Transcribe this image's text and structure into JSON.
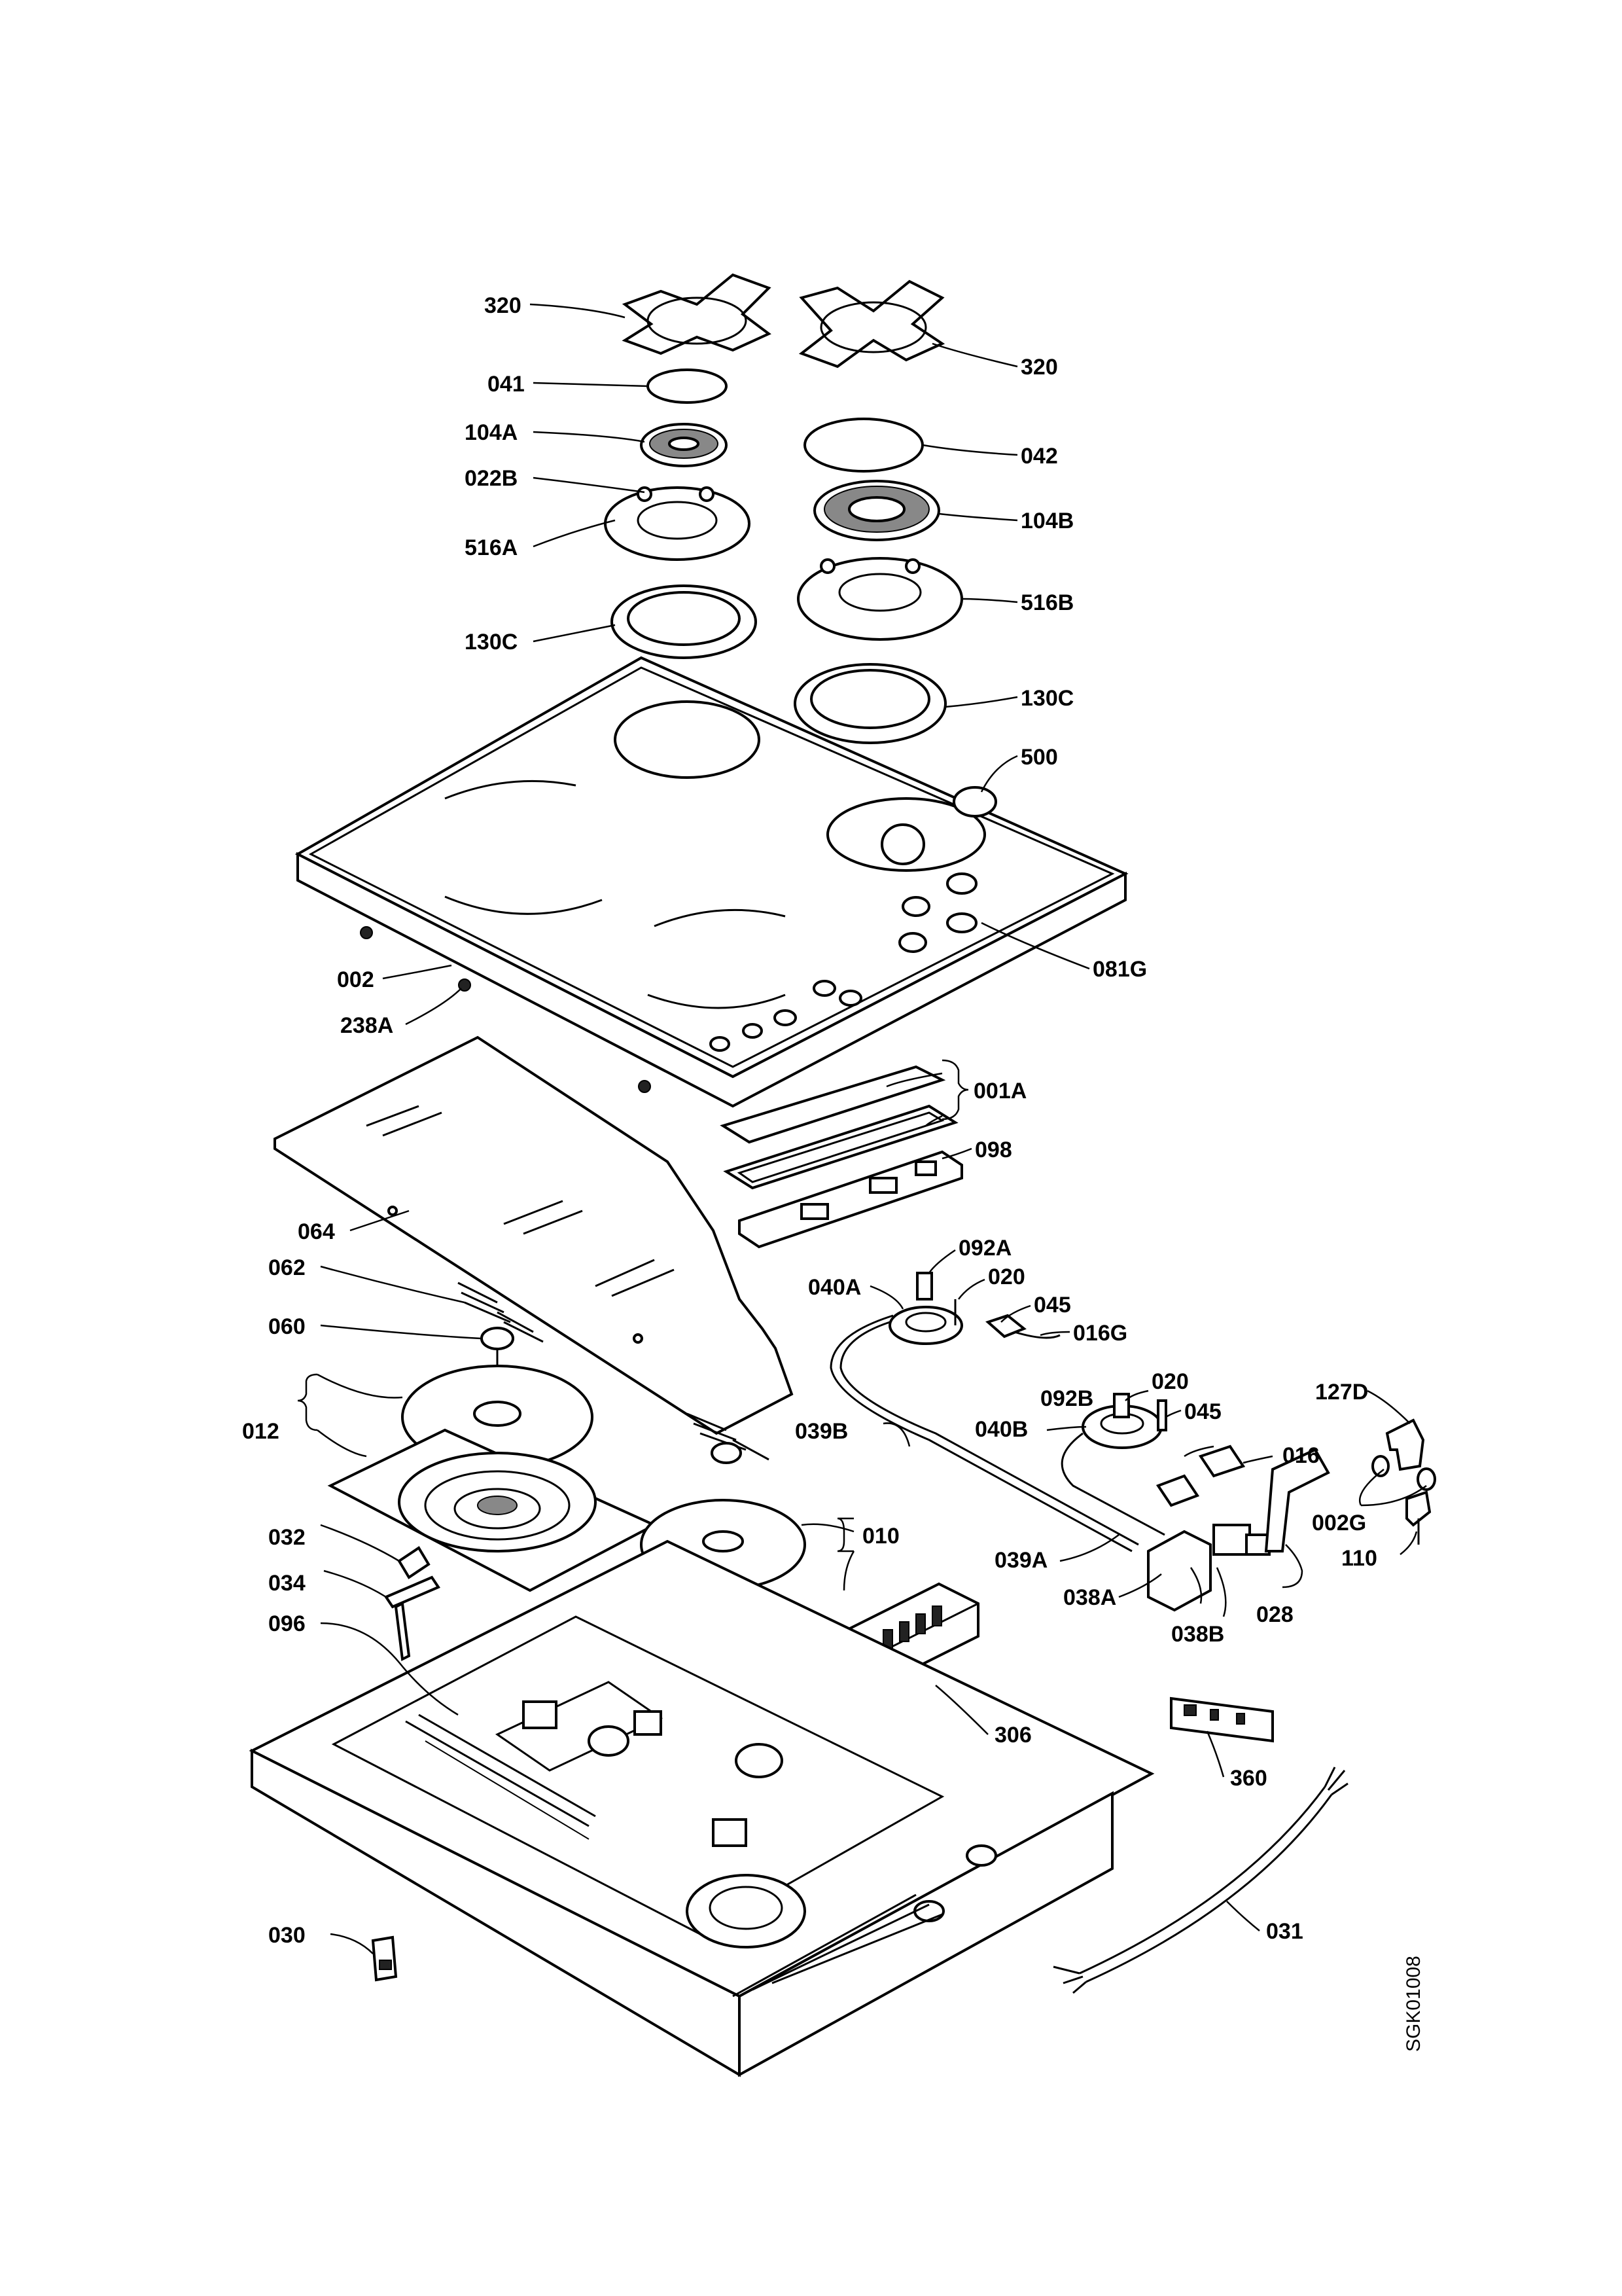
{
  "drawing_code": "SGK01008",
  "labels": [
    {
      "id": "320a",
      "text": "320"
    },
    {
      "id": "320b",
      "text": "320"
    },
    {
      "id": "041",
      "text": "041"
    },
    {
      "id": "042",
      "text": "042"
    },
    {
      "id": "104A",
      "text": "104A"
    },
    {
      "id": "104B",
      "text": "104B"
    },
    {
      "id": "022B",
      "text": "022B"
    },
    {
      "id": "516A",
      "text": "516A"
    },
    {
      "id": "516B",
      "text": "516B"
    },
    {
      "id": "130Ca",
      "text": "130C"
    },
    {
      "id": "130Cb",
      "text": "130C"
    },
    {
      "id": "500",
      "text": "500"
    },
    {
      "id": "081G",
      "text": "081G"
    },
    {
      "id": "002",
      "text": "002"
    },
    {
      "id": "238A",
      "text": "238A"
    },
    {
      "id": "001A",
      "text": "001A"
    },
    {
      "id": "098",
      "text": "098"
    },
    {
      "id": "064",
      "text": "064"
    },
    {
      "id": "062",
      "text": "062"
    },
    {
      "id": "060",
      "text": "060"
    },
    {
      "id": "092A",
      "text": "092A"
    },
    {
      "id": "020a",
      "text": "020"
    },
    {
      "id": "040A",
      "text": "040A"
    },
    {
      "id": "045a",
      "text": "045"
    },
    {
      "id": "016G",
      "text": "016G"
    },
    {
      "id": "020b",
      "text": "020"
    },
    {
      "id": "092B",
      "text": "092B"
    },
    {
      "id": "127D",
      "text": "127D"
    },
    {
      "id": "012",
      "text": "012"
    },
    {
      "id": "039B",
      "text": "039B"
    },
    {
      "id": "040B",
      "text": "040B"
    },
    {
      "id": "045b",
      "text": "045"
    },
    {
      "id": "016",
      "text": "016"
    },
    {
      "id": "010",
      "text": "010"
    },
    {
      "id": "002G",
      "text": "002G"
    },
    {
      "id": "110",
      "text": "110"
    },
    {
      "id": "032",
      "text": "032"
    },
    {
      "id": "039A",
      "text": "039A"
    },
    {
      "id": "034",
      "text": "034"
    },
    {
      "id": "038A",
      "text": "038A"
    },
    {
      "id": "028",
      "text": "028"
    },
    {
      "id": "096",
      "text": "096"
    },
    {
      "id": "038B",
      "text": "038B"
    },
    {
      "id": "306",
      "text": "306"
    },
    {
      "id": "360",
      "text": "360"
    },
    {
      "id": "030",
      "text": "030"
    },
    {
      "id": "031",
      "text": "031"
    }
  ]
}
